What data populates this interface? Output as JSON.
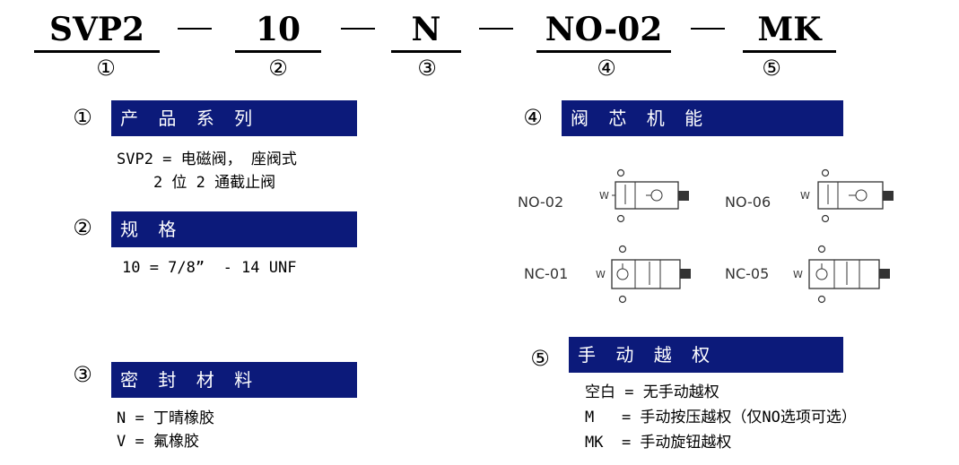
{
  "model_code": {
    "parts": [
      "SVP2",
      "10",
      "N",
      "NO-02",
      "MK"
    ],
    "numbers": [
      "①",
      "②",
      "③",
      "④",
      "⑤"
    ]
  },
  "sections": {
    "s1": {
      "num": "①",
      "title": "产 品 系 列",
      "lines": [
        "SVP2 = 电磁阀， 座阀式",
        "    2 位 2 通截止阀"
      ]
    },
    "s2": {
      "num": "②",
      "title": "规 格",
      "lines": [
        "10 = 7/8”  - 14 UNF"
      ]
    },
    "s3": {
      "num": "③",
      "title": "密 封 材 料",
      "lines": [
        "N = 丁晴橡胶",
        "V = 氟橡胶"
      ]
    },
    "s4": {
      "num": "④",
      "title": "阀 芯 机 能"
    },
    "s5": {
      "num": "⑤",
      "title": "手 动 越 权",
      "lines": [
        "空白 = 无手动越权",
        "M   = 手动按压越权（仅NO选项可选）",
        "MK  = 手动旋钮越权"
      ]
    }
  },
  "valves": [
    "NO-02",
    "NO-06",
    "NC-01",
    "NC-05"
  ]
}
